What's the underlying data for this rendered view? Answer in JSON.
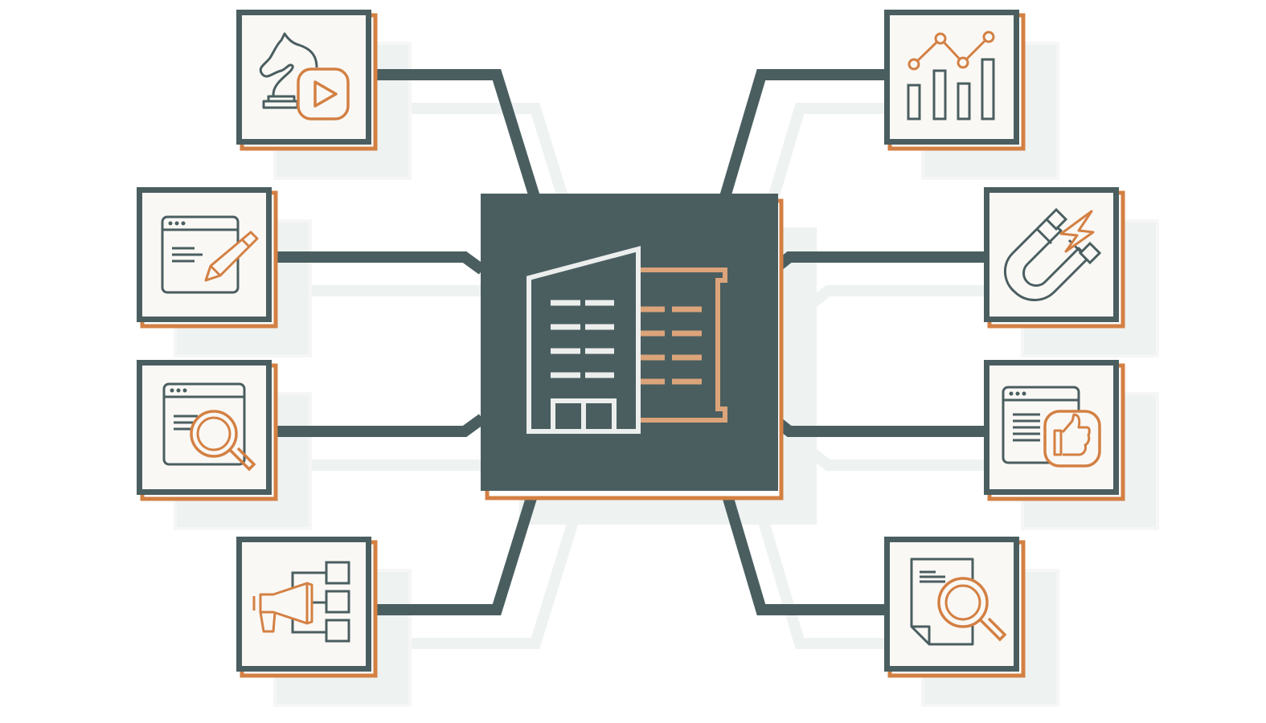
{
  "colors": {
    "dark": "#4a5e60",
    "accent": "#d38043",
    "accent_light": "#dca47a",
    "tile_background": "#faf8f5",
    "shadow": "#edf1f0",
    "center_icon": "#eceeed"
  },
  "center": {
    "icon": "office-building-icon"
  },
  "nodes": [
    {
      "id": "top-left",
      "icon": "chess-knight-play-icon"
    },
    {
      "id": "mid-left-upper",
      "icon": "browser-edit-pencil-icon"
    },
    {
      "id": "mid-left-lower",
      "icon": "browser-search-icon"
    },
    {
      "id": "bottom-left",
      "icon": "megaphone-sitemap-icon"
    },
    {
      "id": "top-right",
      "icon": "bar-line-chart-icon"
    },
    {
      "id": "mid-right-upper",
      "icon": "magnet-lightning-icon"
    },
    {
      "id": "mid-right-lower",
      "icon": "browser-thumbs-up-icon"
    },
    {
      "id": "bottom-right",
      "icon": "document-search-icon"
    }
  ]
}
